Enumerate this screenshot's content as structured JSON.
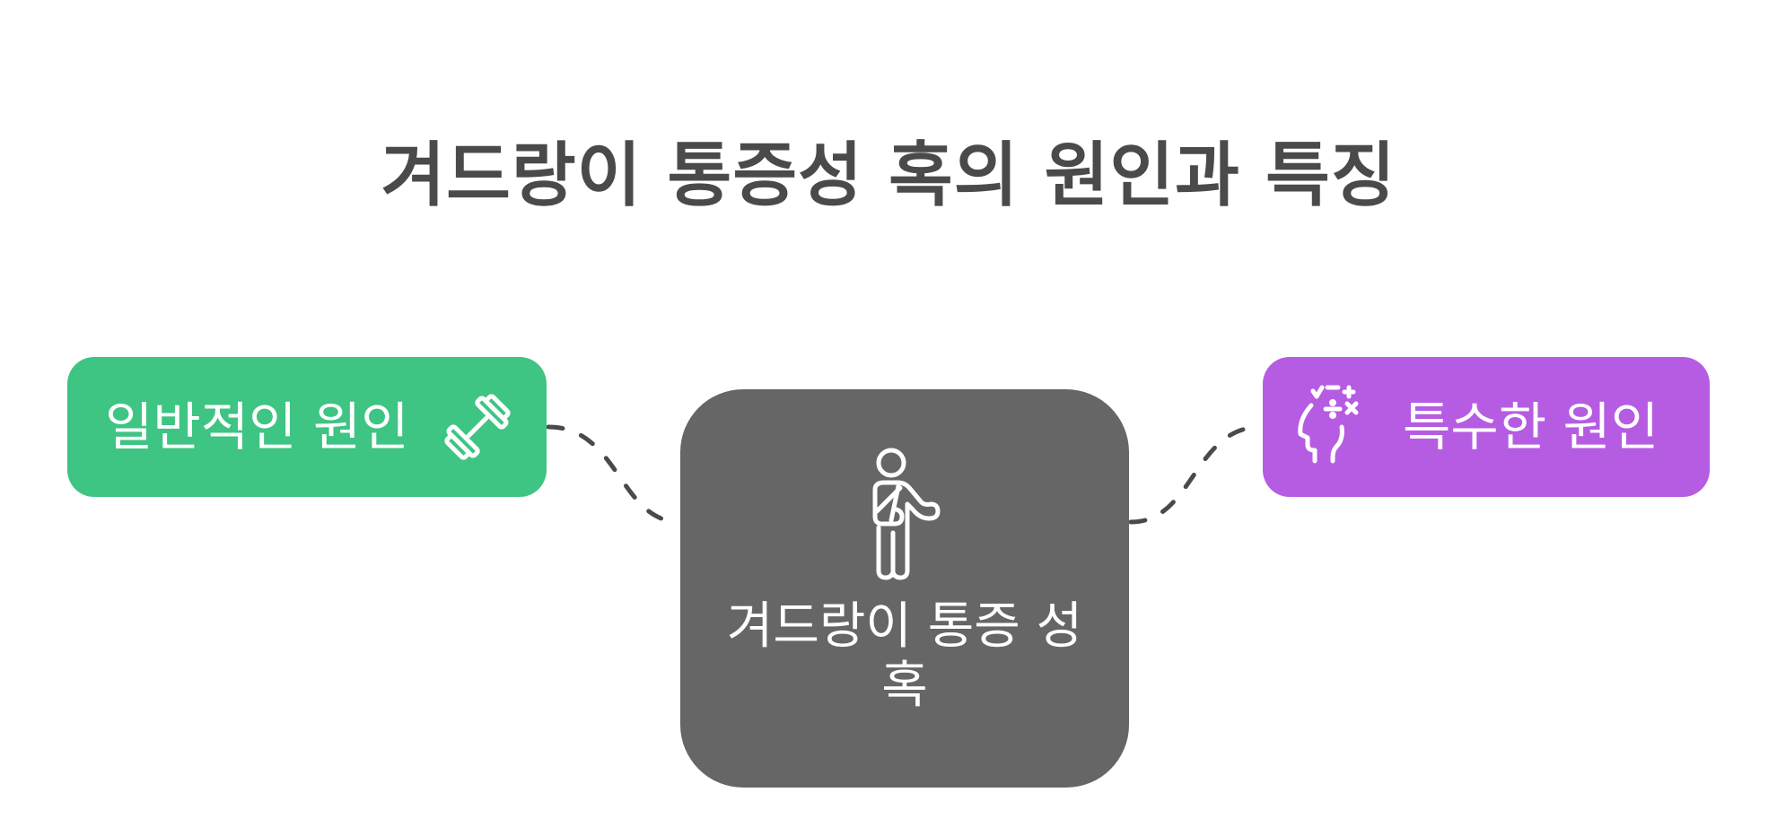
{
  "title": "겨드랑이 통증성 혹의 원인과 특징",
  "nodes": {
    "left": {
      "label": "일반적인 원인",
      "icon": "dumbbell-icon",
      "color": "#3ec483"
    },
    "center": {
      "label": "겨드랑이 통증 성 혹",
      "icon": "injured-person-icon",
      "color": "#666666"
    },
    "right": {
      "label": "특수한 원인",
      "icon": "head-math-icon",
      "color": "#b65ce3"
    }
  },
  "connector_color": "#4a4a4a"
}
